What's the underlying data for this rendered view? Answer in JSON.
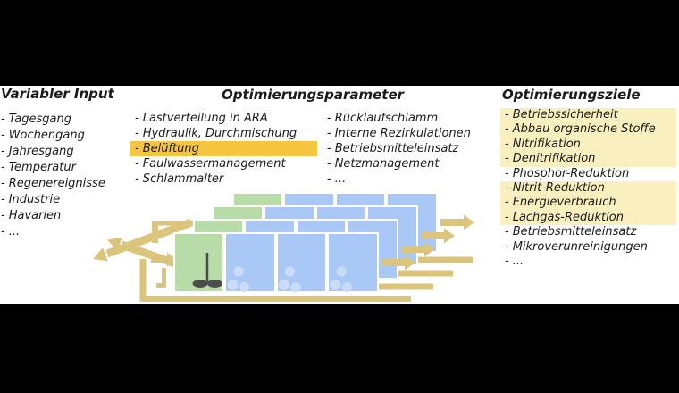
{
  "ui": {
    "bullet": "-"
  },
  "columns": {
    "input": {
      "title": "Variabler Input",
      "items": [
        "Tagesgang",
        "Wochengang",
        "Jahresgang",
        "Temperatur",
        "Regenereignisse",
        "Industrie",
        "Havarien",
        "..."
      ]
    },
    "parameters": {
      "title": "Optimierungsparameter",
      "left_items": [
        {
          "label": "Lastverteilung in ARA",
          "highlight": false
        },
        {
          "label": "Hydraulik, Durchmischung",
          "highlight": false
        },
        {
          "label": "Belüftung",
          "highlight": true
        },
        {
          "label": "Faulwassermanagement",
          "highlight": false
        },
        {
          "label": "Schlammalter",
          "highlight": false
        }
      ],
      "right_items": [
        "Rücklaufschlamm",
        "Interne Rezirkulationen",
        "Betriebsmitteleinsatz",
        "Netzmanagement",
        "..."
      ]
    },
    "goals": {
      "title": "Optimierungsziele",
      "items": [
        {
          "label": "Betriebssicherheit",
          "highlight": true
        },
        {
          "label": "Abbau organische Stoffe",
          "highlight": true
        },
        {
          "label": "Nitrifikation",
          "highlight": true
        },
        {
          "label": "Denitrifikation",
          "highlight": true
        },
        {
          "label": "Phosphor-Reduktion",
          "highlight": false
        },
        {
          "label": "Nitrit-Reduktion",
          "highlight": true
        },
        {
          "label": "Energieverbrauch",
          "highlight": true
        },
        {
          "label": "Lachgas-Reduktion",
          "highlight": true
        },
        {
          "label": "Betriebsmitteleinsatz",
          "highlight": false
        },
        {
          "label": "Mikroverunreinigungen",
          "highlight": false
        },
        {
          "label": "...",
          "highlight": false
        }
      ]
    }
  },
  "colors": {
    "strong_highlight": "#F6C53F",
    "pale_highlight": "#FAF0BF",
    "pipe": "#DBC47B",
    "tank_green": "#B8DCA8",
    "tank_blue": "#A9C8F5",
    "bubble": "#CADCF8",
    "stirrer": "#4D4D4D",
    "background": "#FFFFFF",
    "letterbox": "#000000"
  },
  "diagram": {
    "description": "wastewater-treatment-plant-trains",
    "train_count": 4
  }
}
